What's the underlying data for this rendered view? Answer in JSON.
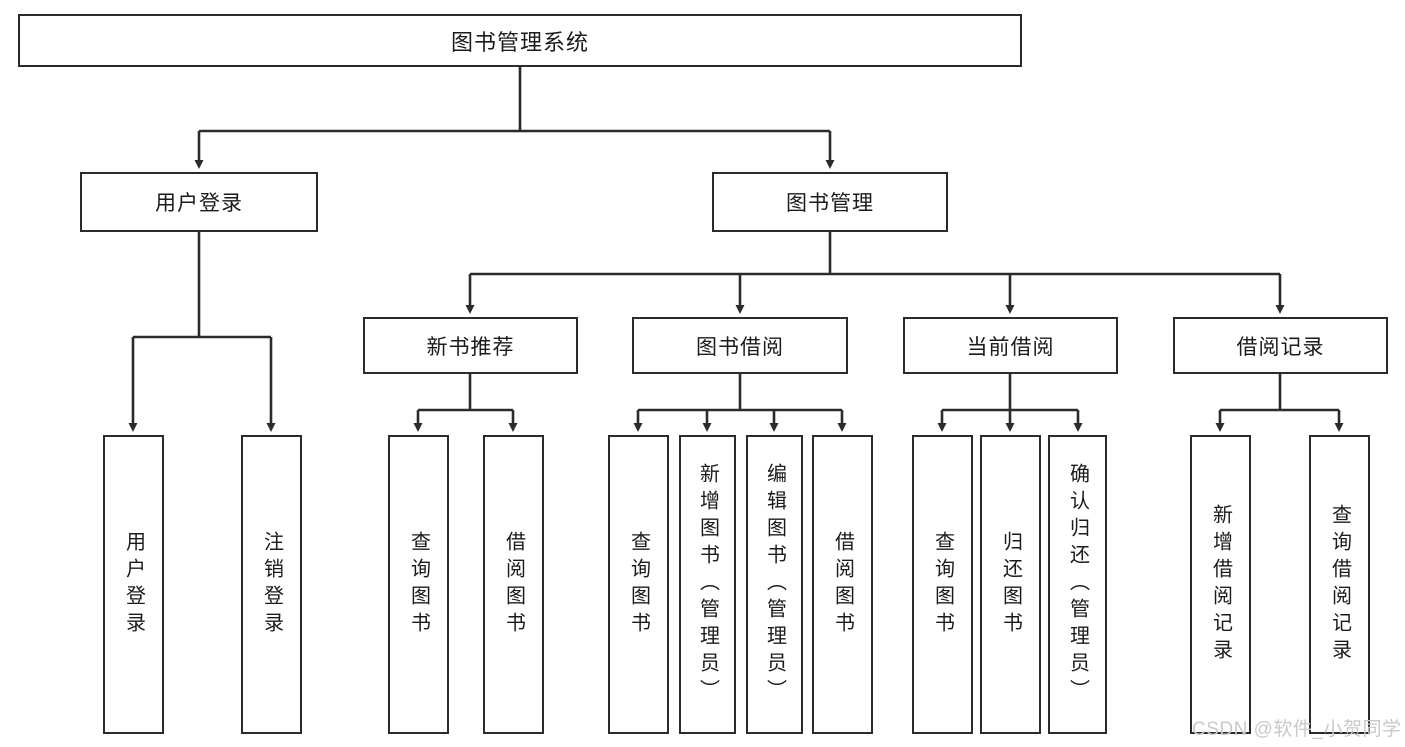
{
  "diagram": {
    "title": "图书管理系统",
    "type": "tree-hierarchy-chart",
    "watermark": "CSDN @软件_小贺同学",
    "colors": {
      "stroke": "#2b2b2b",
      "fill": "#ffffff",
      "text": "#1b1b1b",
      "watermark": "#c9c9c9"
    },
    "levels": {
      "root": "图书管理系统",
      "level2": [
        "用户登录",
        "图书管理"
      ],
      "level3": [
        "新书推荐",
        "图书借阅",
        "当前借阅",
        "借阅记录"
      ]
    },
    "nodes": {
      "root": {
        "label": "图书管理系统"
      },
      "user_login": {
        "label": "用户登录"
      },
      "book_manage": {
        "label": "图书管理"
      },
      "new_book_rec": {
        "label": "新书推荐"
      },
      "book_borrow": {
        "label": "图书借阅"
      },
      "current_borrow": {
        "label": "当前借阅"
      },
      "borrow_record": {
        "label": "借阅记录"
      }
    },
    "leaves": {
      "user_login": [
        {
          "label": "用户登录"
        },
        {
          "label": "注销登录"
        }
      ],
      "new_book_rec": [
        {
          "label": "查询图书"
        },
        {
          "label": "借阅图书"
        }
      ],
      "book_borrow": [
        {
          "label": "查询图书"
        },
        {
          "label": "新增图书（管理员）"
        },
        {
          "label": "编辑图书（管理员）"
        },
        {
          "label": "借阅图书"
        }
      ],
      "current_borrow": [
        {
          "label": "查询图书"
        },
        {
          "label": "归还图书"
        },
        {
          "label": "确认归还（管理员）"
        }
      ],
      "borrow_record": [
        {
          "label": "新增借阅记录"
        },
        {
          "label": "查询借阅记录"
        }
      ]
    }
  }
}
